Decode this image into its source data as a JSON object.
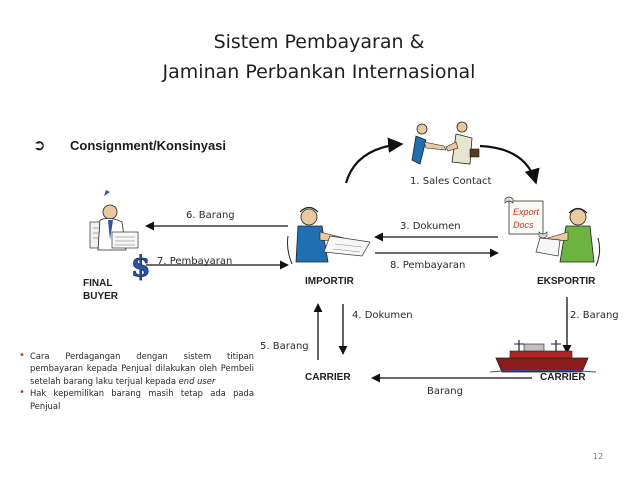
{
  "title": {
    "line1": "Sistem Pembayaran &",
    "line2": "Jaminan Perbankan Internasional"
  },
  "heading": {
    "icon": "curved-arrow-icon",
    "text": "Consignment/Konsinyasi"
  },
  "nodes": {
    "final_buyer_line1": "FINAL",
    "final_buyer_line2": "BUYER",
    "importir": "IMPORTIR",
    "eksportir": "EKSPORTIR",
    "carrier_left": "CARRIER",
    "carrier_right": "CARRIER"
  },
  "flows": {
    "sales_contact": "1. Sales Contact",
    "barang_2": "2. Barang",
    "dokumen_3": "3. Dokumen",
    "dokumen_4": "4. Dokumen",
    "barang_5": "5. Barang",
    "barang_6": "6. Barang",
    "pembayaran_7": "7. Pembayaran",
    "pembayaran_8": "8. Pembayaran",
    "barang": "Barang"
  },
  "export_docs": {
    "line1": "Export",
    "line2": "Docs"
  },
  "bullets": {
    "item1_main": "Cara Perdagangan dengan sistem titipan pembayaran kepada Penjual dilakukan oleh Pembeli setelah barang laku terjual kepada ",
    "item1_italic": "end user",
    "item2": "Hak kepemilikan barang masih tetap ada pada Penjual"
  },
  "page_number": "12",
  "colors": {
    "accent_red": "#d9332b",
    "dollar_blue": "#2a55a8",
    "text": "#1f1f1f"
  }
}
